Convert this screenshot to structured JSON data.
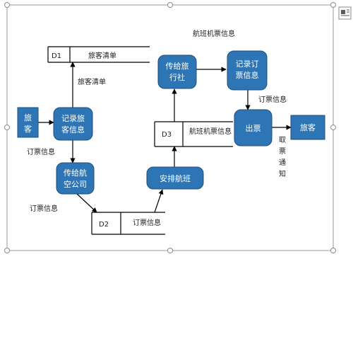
{
  "diagram": {
    "processes": {
      "record_passenger": [
        "记录旅",
        "客信息"
      ],
      "send_airline": [
        "传给航",
        "空公司"
      ],
      "schedule_flight": [
        "安排航班"
      ],
      "send_agency": [
        "传给旅",
        "行社"
      ],
      "record_order": [
        "记录订",
        "票信息"
      ],
      "issue_ticket": [
        "出票"
      ]
    },
    "entities": {
      "passenger_left": [
        "旅",
        "客"
      ],
      "passenger_right": [
        "旅客"
      ]
    },
    "stores": {
      "d1": {
        "id": "D1",
        "name": "旅客清单"
      },
      "d2": {
        "id": "D2",
        "name": "订票信息"
      },
      "d3": {
        "id": "D3",
        "name": "航班机票信息"
      }
    },
    "flow_labels": {
      "passenger_list": "旅客清单",
      "order_info_1": "订票信息",
      "order_info_2": "订票信息",
      "flight_ticket_info": "航班机票信息",
      "order_info_3": "订票信息",
      "pickup_notice": [
        "取",
        "票",
        "通",
        "知"
      ]
    },
    "colors": {
      "process_fill": "#2e75b6",
      "process_stroke": "#1f4e79",
      "entity_fill": "#2e75b6",
      "line": "#000000"
    },
    "icons": {
      "editor_badge": "layout-options-icon"
    }
  }
}
